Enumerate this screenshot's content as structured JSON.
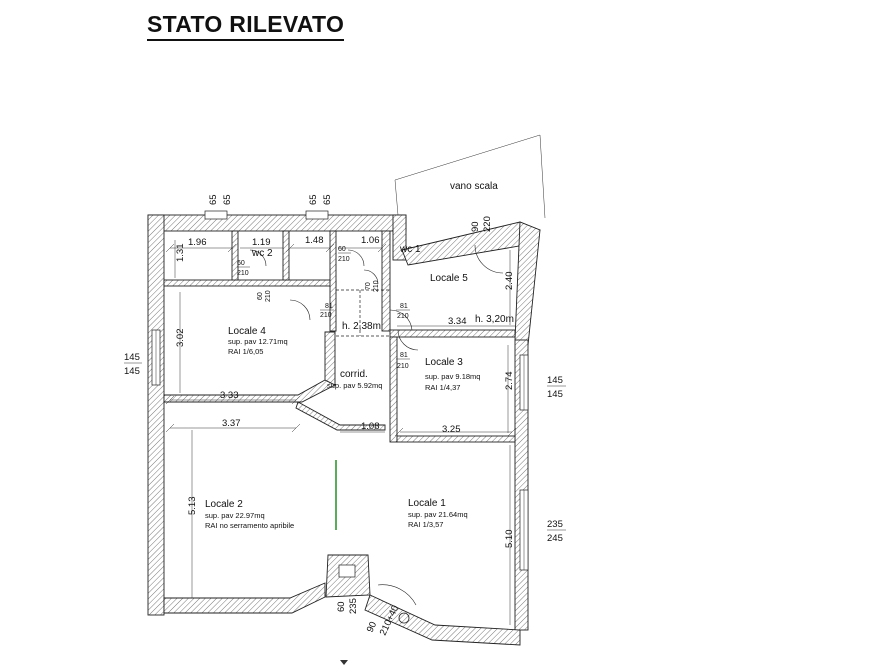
{
  "title": "STATO RILEVATO",
  "rooms": {
    "locale1": {
      "name": "Locale 1",
      "sup": "sup. pav 21.64mq",
      "rai": "RAI 1/3,57"
    },
    "locale2": {
      "name": "Locale 2",
      "sup": "sup. pav 22.97mq",
      "rai": "RAI no serramento apribile"
    },
    "locale3": {
      "name": "Locale 3",
      "sup": "sup. pav 9.18mq",
      "rai": "RAI      1/4,37"
    },
    "locale4": {
      "name": "Locale 4",
      "sup": "sup. pav 12.71mq",
      "rai": "RAI      1/6,05"
    },
    "locale5": {
      "name": "Locale 5"
    },
    "corrid": {
      "name": "corrid.",
      "sup": "sup. pav 5.92mq"
    },
    "wc1": {
      "name": "wc 1"
    },
    "wc2": {
      "name": "wc 2"
    },
    "vano_scala": {
      "name": "vano scala"
    }
  },
  "heights": {
    "h1": "h. 2,38m",
    "h2": "h. 3,20m"
  },
  "dimensions": {
    "d196": "1.96",
    "d119": "1.19",
    "d148": "1.48",
    "d106": "1.06",
    "d131": "1.31",
    "d302": "3.02",
    "d333": "3 33",
    "d337": "3.37",
    "d108": "1.08",
    "d334": "3.34",
    "d325": "3.25",
    "d274": "2.74",
    "d240": "2.40",
    "d513": "5.13",
    "d510": "5.10"
  },
  "openings": {
    "top_left_a": "65",
    "top_left_b": "65",
    "top_mid_a": "65",
    "top_mid_b": "65",
    "left_a": "145",
    "left_b": "145",
    "right_a": "145",
    "right_b": "145",
    "right_low_a": "235",
    "right_low_b": "245",
    "stair_a": "90",
    "stair_b": "220",
    "bottom_a": "60",
    "bottom_b": "235",
    "bottom_c": "90",
    "bottom_d": "210+40"
  },
  "doors": {
    "wc2_w": "60",
    "wc2_h": "210",
    "wc1_w": "60",
    "wc1_h": "210",
    "wc1b_w": "70",
    "wc1b_h": "210",
    "l4a_w": "60",
    "l4a_h": "210",
    "l4b_w": "81",
    "l4b_h": "210",
    "l5_w": "81",
    "l5_h": "210",
    "l3_w": "81",
    "l3_h": "210"
  },
  "colors": {
    "wall_line": "#222222",
    "glass_line": "#2e9a2e"
  }
}
